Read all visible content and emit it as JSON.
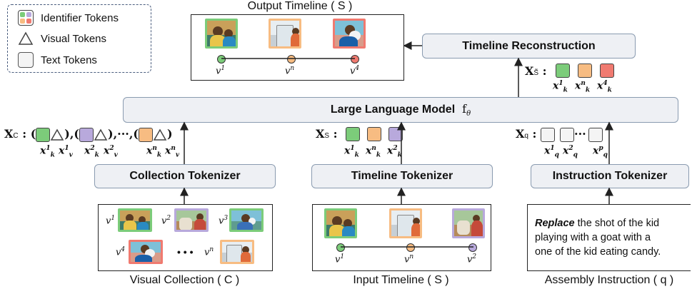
{
  "legend": {
    "identifier": "Identifier Tokens",
    "visual": "Visual Tokens",
    "text": "Text Tokens"
  },
  "captions": {
    "output_timeline": "Output Timeline ( S )",
    "visual_collection": "Visual Collection ( C )",
    "input_timeline": "Input Timeline ( S )",
    "assembly_instruction": "Assembly Instruction ( q )"
  },
  "boxes": {
    "timeline_reconstruction": "Timeline Reconstruction",
    "llm": "Large Language Model",
    "llm_symbol": "f",
    "llm_symbol_sub": "θ",
    "collection_tokenizer": "Collection Tokenizer",
    "timeline_tokenizer": "Timeline Tokenizer",
    "instruction_tokenizer": "Instruction Tokenizer"
  },
  "tokens": {
    "xc_label": "X",
    "xc_sub": "C",
    "xs_label": "X",
    "xs_sub": "S",
    "xq_label": "X",
    "xq_sub": "q",
    "xs_out_label": "X",
    "xs_out_sub": "S̃",
    "dots": "···",
    "ellipsis": "···"
  },
  "instruction": {
    "verb": "Replace",
    "line1_rest": " the shot of the kid",
    "line2": "playing with a goat with a",
    "line3": "one of the kid eating candy."
  },
  "collection_dots": "• • •",
  "colors": {
    "green": "#7ccc7a",
    "orange": "#f7bc82",
    "purple": "#b8a9dc",
    "red": "#f07a70",
    "gray_box": "#eef0f4"
  }
}
